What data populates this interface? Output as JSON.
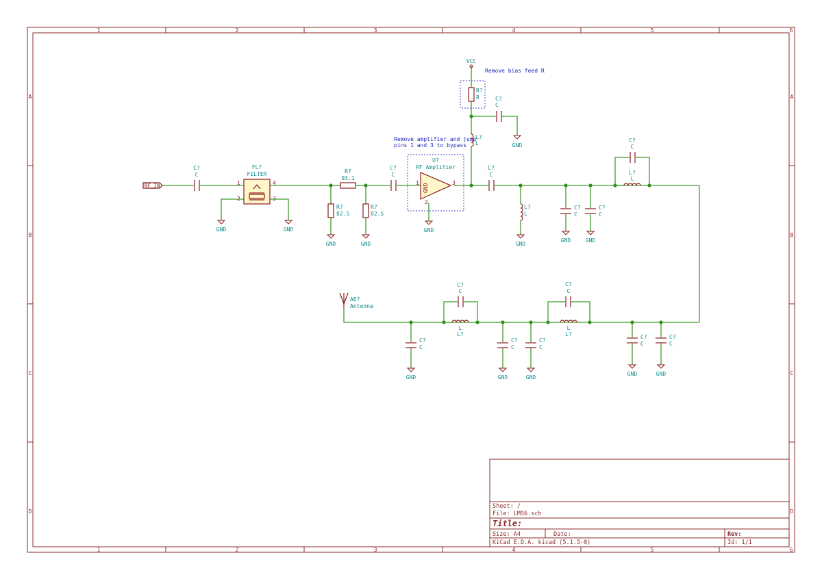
{
  "grid": {
    "columns": [
      "1",
      "2",
      "3",
      "4",
      "5",
      "6"
    ],
    "rows": [
      "A",
      "B",
      "C",
      "D"
    ]
  },
  "notes": {
    "bias": "Remove bias feed R",
    "amp_line1": "Remove amplifier and jump",
    "amp_line2": "pins 1 and 3 to bypass"
  },
  "power": {
    "vcc": "VCC",
    "gnd": "GND"
  },
  "port": {
    "rf_in": "RF_IN"
  },
  "components": {
    "c_in": {
      "ref": "C?",
      "value": "C"
    },
    "filter": {
      "ref": "FL?",
      "value": "FILTER",
      "pins": [
        "1",
        "2",
        "3",
        "4"
      ]
    },
    "r_series": {
      "ref": "R?",
      "value": "93.1"
    },
    "r_sh1": {
      "ref": "R?",
      "value": "82.5"
    },
    "r_sh2": {
      "ref": "R?",
      "value": "82.5"
    },
    "c_coup1": {
      "ref": "C?",
      "value": "C"
    },
    "amp": {
      "ref": "U?",
      "value": "RF Amplifier",
      "gnd_label": "GND",
      "pins": [
        "1",
        "2",
        "3"
      ]
    },
    "r_bias": {
      "ref": "R?",
      "value": "R"
    },
    "c_bias": {
      "ref": "C?",
      "value": "C"
    },
    "l_bias": {
      "ref": "L?",
      "value": "L"
    },
    "c_coup2": {
      "ref": "C?",
      "value": "C"
    },
    "l_sh": {
      "ref": "L?",
      "value": "L"
    },
    "c_sh1": {
      "ref": "C?",
      "value": "C"
    },
    "c_sh2": {
      "ref": "C?",
      "value": "C"
    },
    "c_tank1": {
      "ref": "C?",
      "value": "C"
    },
    "l_tank1": {
      "ref": "L?",
      "value": "L"
    },
    "antenna": {
      "ref": "AE?",
      "value": "Antenna"
    },
    "c_b1": {
      "ref": "C?",
      "value": "C"
    },
    "c_tank2": {
      "ref": "C?",
      "value": "C"
    },
    "l_tank2": {
      "ref": "L?",
      "value": "L"
    },
    "c_b2": {
      "ref": "C?",
      "value": "C"
    },
    "c_b3": {
      "ref": "C?",
      "value": "C"
    },
    "c_tank3": {
      "ref": "C?",
      "value": "C"
    },
    "l_tank3": {
      "ref": "L?",
      "value": "L"
    },
    "c_b4": {
      "ref": "C?",
      "value": "C"
    },
    "c_b5": {
      "ref": "C?",
      "value": "C"
    }
  },
  "title_block": {
    "sheet": "Sheet: /",
    "file": "File: LMS6.sch",
    "title": "Title:",
    "size": "Size: A4",
    "date": "Date:",
    "rev": "Rev:",
    "tool": "KiCad E.D.A.  kicad (5.1.5-0)",
    "id": "Id: 1/1"
  },
  "colors": {
    "frame": "#8b2a2a",
    "component": "#8b1a1a",
    "wire": "#3e9c2a",
    "label": "#0e8a8a",
    "note": "#1f1fc4"
  }
}
